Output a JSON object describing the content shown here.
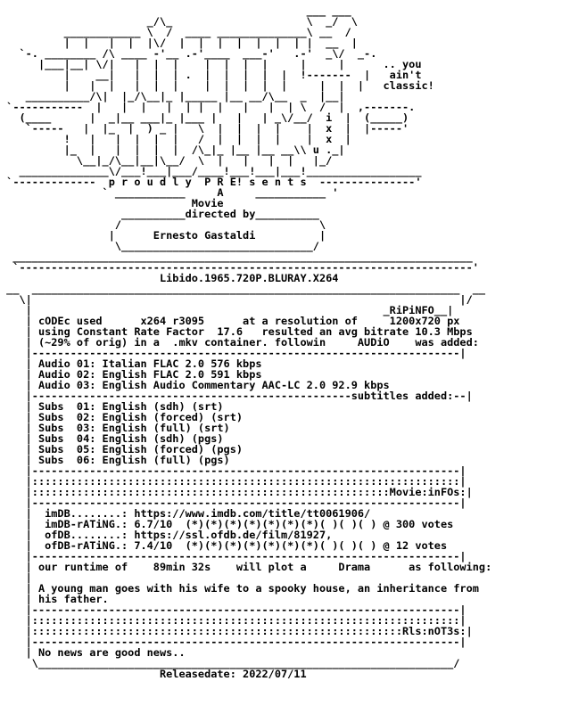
{
  "colors": {
    "background": "#ffffff",
    "text": "#000000"
  },
  "nfo": {
    "lines": [
      "                                                ___ ___",
      "                       _/\\_                     \\  _/  \\",
      "          ____________ \\  /  ____ ______________\\ __  /",
      "          |  |   |  |  |\\/  |  |  |  |  |  |  | |  __  |",
      "   `-. ________ /\\ ____ -'__ .-'____  ___-'   .-'  _\\/  _-.",
      "      |___|__| \\/|   |  |  |    |  |  |  |     |     |      .. you",
      "          |    __|   |  |  | .  |  |  |  |  |  !-------  |   ain't",
      "          |   |  |   |  |  |    |  |  |  |  |     |  |  |   classic!",
      "    __________/\\|  |_/\\__|_ |_____ |__ __/\\__  _  |__|",
      " `-----------  |   |  |   |  | |  |   |   |  | \\  /  |  ,-------.",
      "   (____      |  _|__ ___|_ |___ |   |   | _\\/__/  i  |  (_____)",
      "    `-----   |  |_  |  ) _ |   \\  |  |  |  |    |  x  |  |-----'",
      "          !   |   |  |  |  |   /  |  |  |  |    |  x  |",
      "          |_  |   |  |  |  |  /\\_|_ |__ |__ __\\\\ u ._|",
      "            \\__|_/\\__|__|\\__/  \\  |   |   |  |   |_/",
      "   ______________\\/___!___|___/____!___!___|___!__________________",
      " `-------------  p r o u d l y  P R E! s e n t s  ---------------'",
      "                ` ___________     A     ___________ '",
      "                              Movie",
      "                   __________directed by__________",
      "                  /                               \\",
      "                 |      Ernesto Gastaldi          |",
      "                  \\______________________________/",
      "  ________________________________________________________________________",
      "  `-----------------------------------------------------------------------'",
      "                         Libido.1965.720P.BLURAY.X264",
      " __  ___________________________________________________________________  __",
      "   \\|                                                                   |/",
      "    |                                                       _RiPiNFO__|",
      "    | cODEc used      x264 r3095      at a resolution of     1200x720 px",
      "    | using Constant Rate Factor  17.6   resulted an avg bitrate 10.3 Mbps",
      "    | (~29% of orig) in a  .mkv container. followin     AUDiO    was added:",
      "    |-------------------------------------------------------------------|",
      "    | Audio 01: Italian FLAC 2.0 576 kbps",
      "    | Audio 02: English FLAC 2.0 591 kbps",
      "    | Audio 03: English Audio Commentary AAC-LC 2.0 92.9 kbps",
      "    |--------------------------------------------------subtitles added:--|",
      "    | Subs  01: English (sdh) (srt)",
      "    | Subs  02: English (forced) (srt)",
      "    | Subs  03: English (full) (srt)",
      "    | Subs  04: English (sdh) (pgs)",
      "    | Subs  05: English (forced) (pgs)",
      "    | Subs  06: English (full) (pgs)",
      "    |-------------------------------------------------------------------|",
      "    |:::::::::::::::::::::::::::::::::::::::::::::::::::::::::::::::::::|",
      "    |::::::::::::::::::::::::::::::::::::::::::::::::::::::::Movie:inFOs:|",
      "    |-------------------------------------------------------------------|",
      "    |  imDB........: https://www.imdb.com/title/tt0061906/",
      "    |  imDB-rATiNG.: 6.7/10  (*)(*)(*)(*)(*)(*)(*)( )( )( ) @ 300 votes",
      "    |  ofDB........: https://ssl.ofdb.de/film/81927,",
      "    |  ofDB-rATiNG.: 7.4/10  (*)(*)(*)(*)(*)(*)(*)( )( )( ) @ 12 votes",
      "    |-------------------------------------------------------------------|",
      "    | our runtime of    89min 32s    will plot a     Drama      as following:",
      "    |",
      "    | A young man goes with his wife to a spooky house, an inheritance from",
      "    | his father.",
      "    |-------------------------------------------------------------------|",
      "    |:::::::::::::::::::::::::::::::::::::::::::::::::::::::::::::::::::|",
      "    |::::::::::::::::::::::::::::::::::::::::::::::::::::::::::Rls:nOT3s:|",
      "    |-------------------------------------------------------------------|",
      "    | No news are good news..",
      "     \\_________________________________________________________________/",
      "                         Releasedate: 2022/07/11"
    ]
  }
}
